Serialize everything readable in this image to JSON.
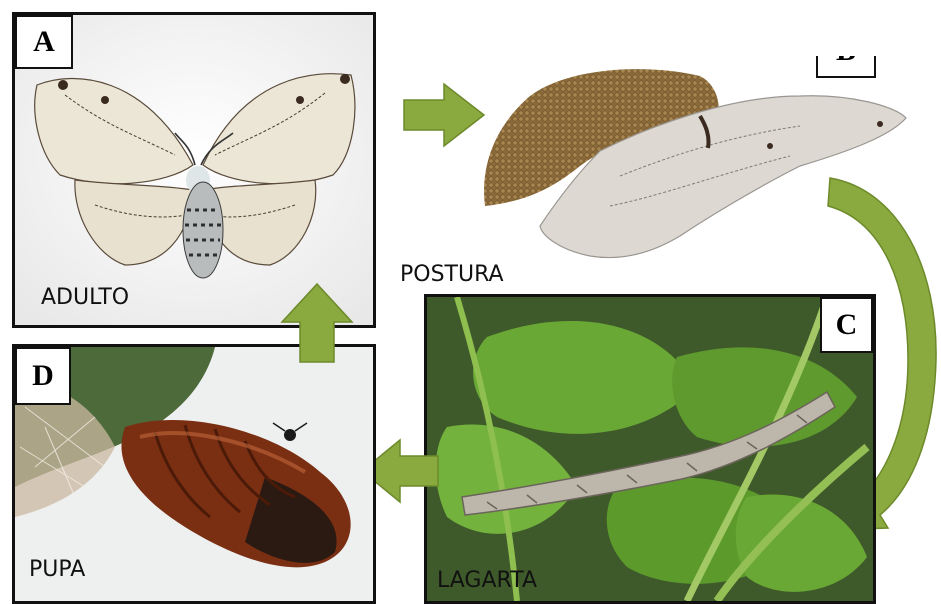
{
  "panels": {
    "adult": {
      "letter": "A",
      "label": "ADULTO"
    },
    "egg": {
      "letter": "B",
      "label": "POSTURA"
    },
    "larva": {
      "letter": "C",
      "label": "LAGARTA"
    },
    "pupa": {
      "letter": "D",
      "label": "PUPA"
    }
  },
  "colors": {
    "arrow_fill": "#8aa93f",
    "arrow_stroke": "#6d8a2a",
    "frame": "#111111",
    "moth_wing": "#ece6d6",
    "egg_mass": "#8a6a3a",
    "pupa": "#7a2f12",
    "leaf": "#5f9a2e"
  },
  "arrows": [
    {
      "from": "A",
      "to": "B",
      "direction": "right"
    },
    {
      "from": "B",
      "to": "C",
      "direction": "curved-down"
    },
    {
      "from": "C",
      "to": "D",
      "direction": "left"
    },
    {
      "from": "D",
      "to": "A",
      "direction": "up"
    }
  ]
}
